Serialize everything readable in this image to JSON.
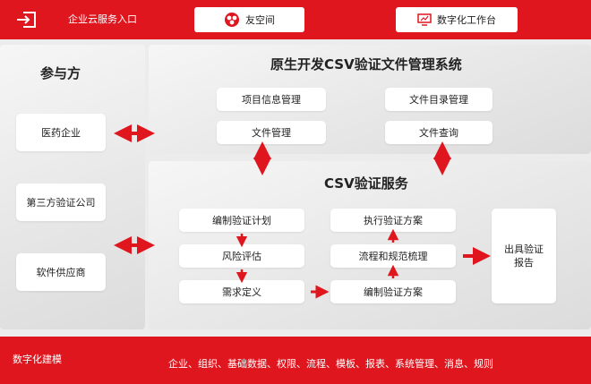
{
  "header": {
    "portal_label": "企业云服务入口",
    "btn_youkongjian": "友空间",
    "btn_workbench": "数字化工作台"
  },
  "participants": {
    "title": "参与方",
    "items": [
      "医药企业",
      "第三方验证公司",
      "软件供应商"
    ]
  },
  "system": {
    "title": "原生开发CSV验证文件管理系统",
    "modules": [
      "项目信息管理",
      "文件目录管理",
      "文件管理",
      "文件查询"
    ]
  },
  "service": {
    "title": "CSV验证服务",
    "left_steps": [
      "编制验证计划",
      "风险评估",
      "需求定义"
    ],
    "right_steps": [
      "执行验证方案",
      "流程和规范梳理",
      "编制验证方案"
    ],
    "output": "出具验证\n报告"
  },
  "footer": {
    "title": "数字化建模",
    "items": "企业、组织、基础数据、权限、流程、模板、报表、系统管理、消息、规则"
  },
  "colors": {
    "brand_red": "#e0161f"
  }
}
